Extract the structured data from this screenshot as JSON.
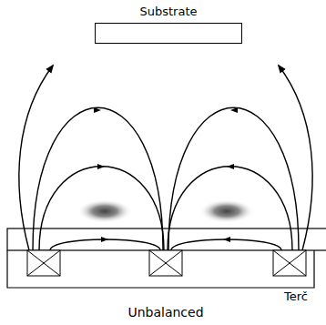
{
  "diagram": {
    "caption": "Unbalanced",
    "nodes": [
      {
        "text": [
          "Substrate"
        ]
      }
    ],
    "labels": [
      "Terč"
    ]
  }
}
